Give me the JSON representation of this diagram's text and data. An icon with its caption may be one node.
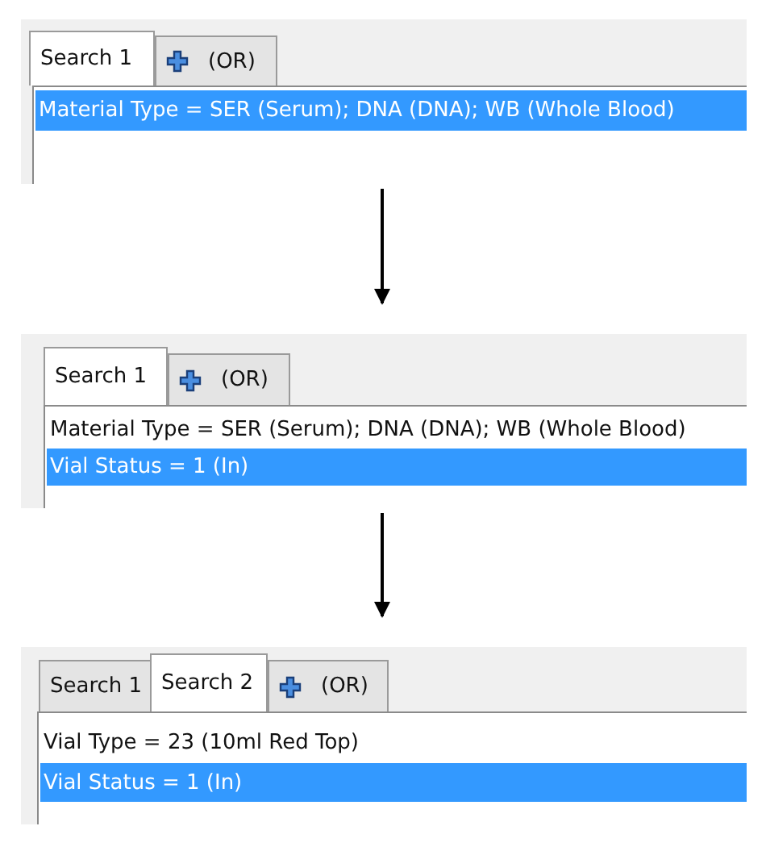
{
  "diagram": {
    "nodes": [
      {
        "text": [],
        "shape": "box"
      },
      {
        "text": [
          "Search 1"
        ],
        "in": 0
      },
      {
        "text": [
          "(OR)"
        ],
        "in": 0
      },
      {
        "text": [
          "Material Type = SER (Serum); DNA (DNA); WB (Whole Blood)"
        ],
        "in": 0
      },
      {
        "text": [],
        "shape": "box"
      },
      {
        "text": [
          "Search 1"
        ],
        "in": 4
      },
      {
        "text": [
          "(OR)"
        ],
        "in": 4
      },
      {
        "text": [
          "Material Type = SER (Serum); DNA (DNA); WB (Whole Blood)"
        ],
        "in": 4
      },
      {
        "text": [
          "Vial Status = 1 (In)"
        ],
        "in": 4
      },
      {
        "text": [],
        "shape": "box"
      },
      {
        "text": [
          "Search 1"
        ],
        "in": 9
      },
      {
        "text": [
          "Search 2"
        ],
        "in": 9
      },
      {
        "text": [
          "(OR)"
        ],
        "in": 9
      },
      {
        "text": [
          "Vial Type = 23 (10ml Red Top)"
        ],
        "in": 9
      },
      {
        "text": [
          "Vial Status = 1 (In)"
        ],
        "in": 9
      }
    ],
    "edges": [
      {
        "from": 0,
        "to": 4,
        "arrow": "to"
      },
      {
        "from": 4,
        "to": 9,
        "arrow": "to"
      }
    ]
  }
}
